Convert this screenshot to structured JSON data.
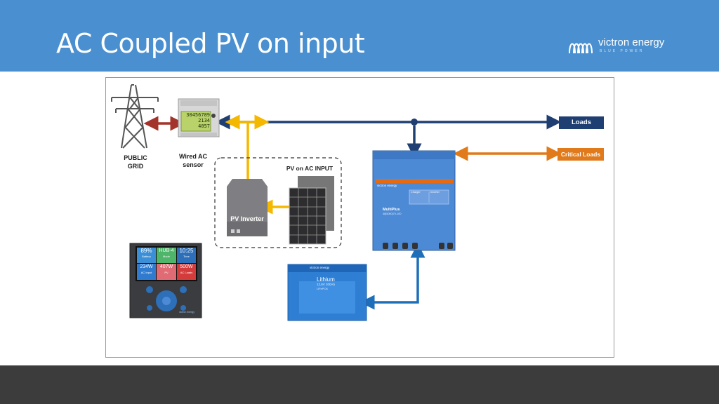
{
  "slide": {
    "title": "AC Coupled PV on input",
    "logo": {
      "text": "victron energy",
      "tagline": "BLUE POWER"
    }
  },
  "diagram": {
    "grid_label_line1": "PUBLIC",
    "grid_label_line2": "GRID",
    "sensor_label_line1": "Wired AC",
    "sensor_label_line2": "sensor",
    "meter_readings": [
      "30456789",
      "2134",
      "4057"
    ],
    "pv_group_label": "PV on AC INPUT",
    "pv_inverter_label": "PV Inverter",
    "loads_label": "Loads",
    "critical_loads_label": "Critical Loads",
    "multiplus": {
      "brand": "victron energy",
      "model": "MultiPlus",
      "model_sub": "48|5000|70-100",
      "panel_left": "Charger",
      "panel_right": "Inverter"
    },
    "battery": {
      "brand": "victron energy",
      "label": "Lithium",
      "spec": "12,8V 200Ah",
      "sub": "LiFePO4"
    },
    "display": {
      "tiles": [
        {
          "value": "89%",
          "caption": "Battery"
        },
        {
          "value": "HUB-4",
          "caption": "Mode"
        },
        {
          "value": "10:25",
          "caption": "Time"
        },
        {
          "value": "234W",
          "caption": "AC Input"
        },
        {
          "value": "407W",
          "caption": "PV"
        },
        {
          "value": "500W",
          "caption": "AC Loads"
        }
      ],
      "brand": "victron energy"
    },
    "colors": {
      "ac_bus": "#1f3f73",
      "grid_link": "#a3342b",
      "pv_link": "#f5b800",
      "critical": "#e07a1a",
      "dc_link": "#1e6fba",
      "header": "#4a90d0"
    }
  }
}
